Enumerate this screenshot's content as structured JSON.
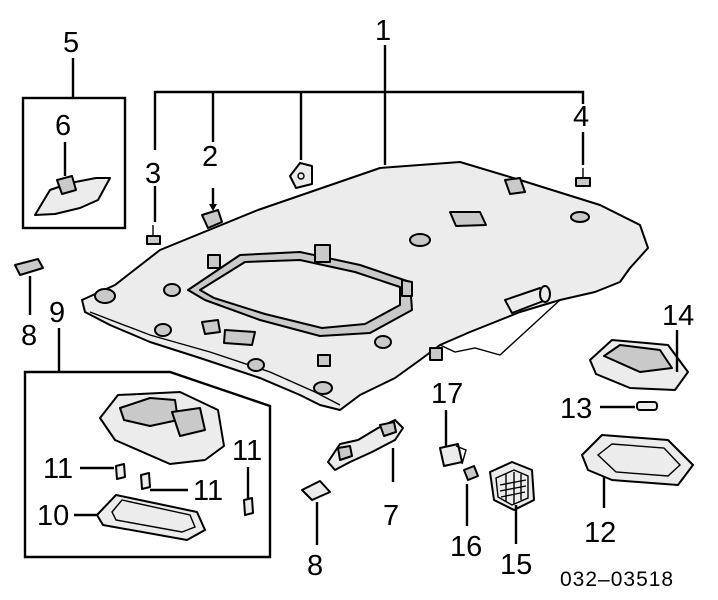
{
  "callouts": {
    "c1": "1",
    "c2": "2",
    "c3": "3",
    "c4": "4",
    "c5": "5",
    "c6": "6",
    "c7": "7",
    "c8a": "8",
    "c8b": "8",
    "c9": "9",
    "c10": "10",
    "c11a": "11",
    "c11b": "11",
    "c11c": "11",
    "c12": "12",
    "c13": "13",
    "c14": "14",
    "c15": "15",
    "c16": "16",
    "c17": "17"
  },
  "diagram_code": "032–03518"
}
